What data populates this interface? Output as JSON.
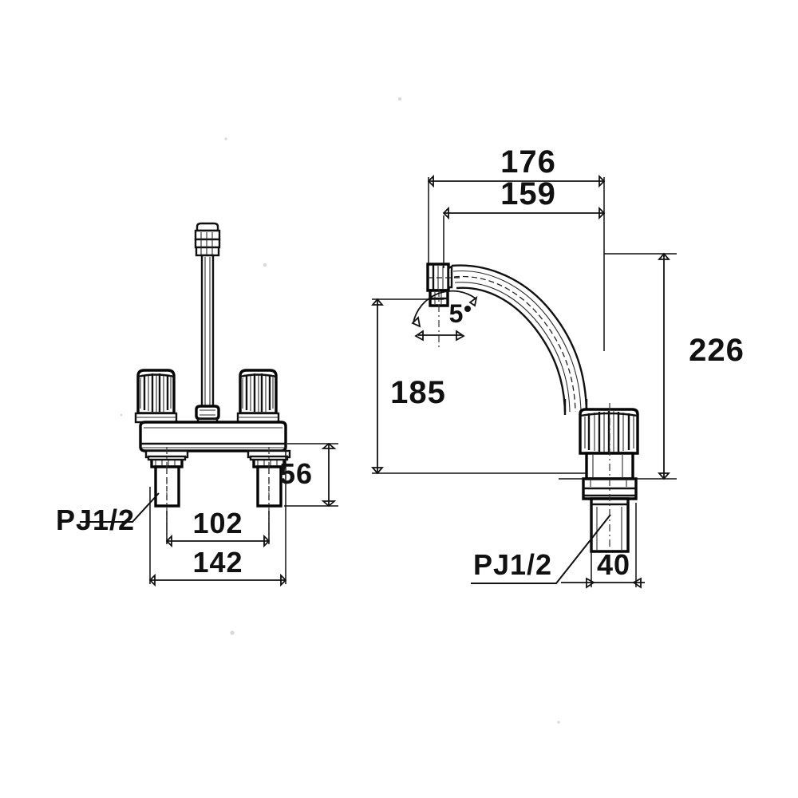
{
  "drawing": {
    "title": "Two-handle deck-mount faucet dimensional drawing",
    "subject": "faucet",
    "projection_count": 2,
    "units": "mm",
    "line_color": "#111111",
    "background_color": "#ffffff",
    "views": [
      {
        "name": "front-view",
        "label": "",
        "description": "Front elevation: two knurled handles flanking a vertical swing-spout stem on a deck plate with two threaded shanks"
      },
      {
        "name": "side-view",
        "label": "",
        "description": "Side elevation: gooseneck curved spout with threaded base, knurled coupling nut and inlet shank"
      }
    ]
  },
  "dimensions": {
    "overall_reach": {
      "value": "176",
      "name": "dimension-176",
      "orientation": "horizontal",
      "view": "side-view"
    },
    "spout_reach": {
      "value": "159",
      "name": "dimension-159",
      "orientation": "horizontal",
      "view": "side-view"
    },
    "overall_height": {
      "value": "226",
      "name": "dimension-226",
      "orientation": "vertical",
      "view": "side-view"
    },
    "spout_height": {
      "value": "185",
      "name": "dimension-185",
      "orientation": "vertical",
      "view": "side-view"
    },
    "shank_length": {
      "value": "40",
      "name": "dimension-40",
      "orientation": "horizontal",
      "view": "side-view"
    },
    "deck_height": {
      "value": "56",
      "name": "dimension-56",
      "orientation": "vertical",
      "view": "front-view"
    },
    "hole_centers": {
      "value": "102",
      "name": "dimension-102",
      "orientation": "horizontal",
      "view": "front-view"
    },
    "overall_width": {
      "value": "142",
      "name": "dimension-142",
      "orientation": "horizontal",
      "view": "front-view"
    },
    "swivel_angle": {
      "value": "5",
      "name": "dimension-angle-5",
      "orientation": "angular",
      "view": "side-view"
    }
  },
  "annotations": {
    "thread_left": {
      "text": "PJ1/2",
      "name": "callout-pj12-left",
      "view": "front-view"
    },
    "thread_right": {
      "text": "PJ1/2",
      "name": "callout-pj12-right",
      "view": "side-view"
    }
  }
}
